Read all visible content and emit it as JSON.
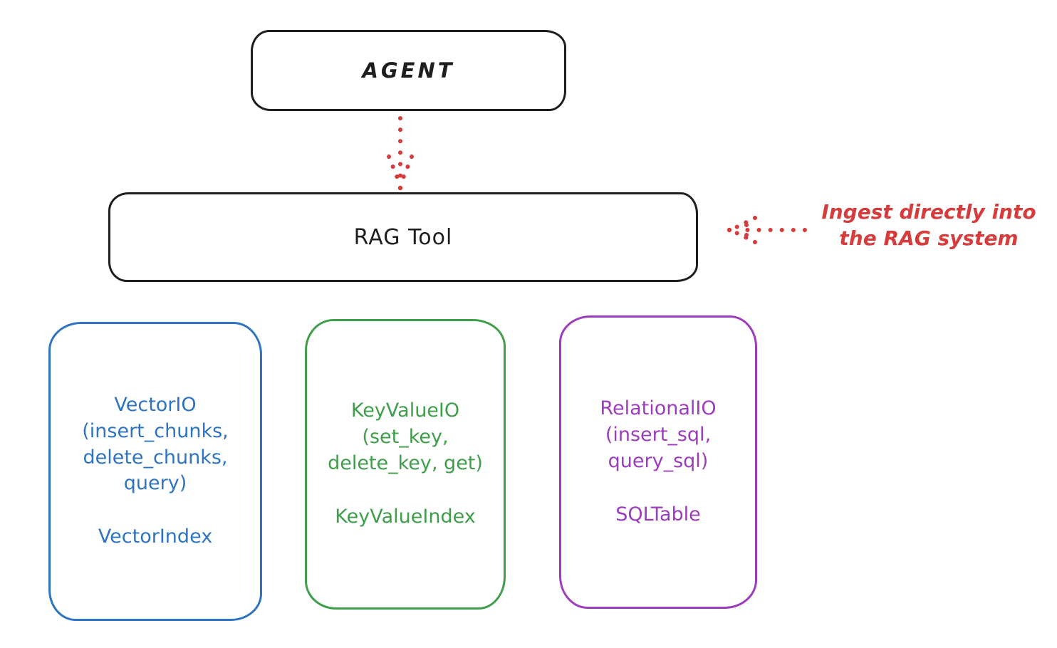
{
  "colors": {
    "ink": "#1e1e1e",
    "annotation_red": "#d63c3c",
    "vector_blue": "#2f74c2",
    "keyvalue_green": "#3f9e4a",
    "relational_purple": "#9d3cbd",
    "background": "#ffffff"
  },
  "agent": {
    "label": "AGENT"
  },
  "rag_tool": {
    "label": "RAG Tool"
  },
  "annotation": {
    "line1": "Ingest directly into",
    "line2": "the RAG system"
  },
  "cards": [
    {
      "id": "vector-io",
      "color": "#2f74c2",
      "lines": [
        "VectorIO",
        "(insert_chunks,",
        "delete_chunks,",
        "query)"
      ],
      "footer": "VectorIndex"
    },
    {
      "id": "keyvalue-io",
      "color": "#3f9e4a",
      "lines": [
        "KeyValueIO",
        "(set_key,",
        "delete_key, get)"
      ],
      "footer": "KeyValueIndex"
    },
    {
      "id": "relational-io",
      "color": "#9d3cbd",
      "lines": [
        "RelationalIO",
        "(insert_sql,",
        "query_sql)"
      ],
      "footer": "SQLTable"
    }
  ]
}
